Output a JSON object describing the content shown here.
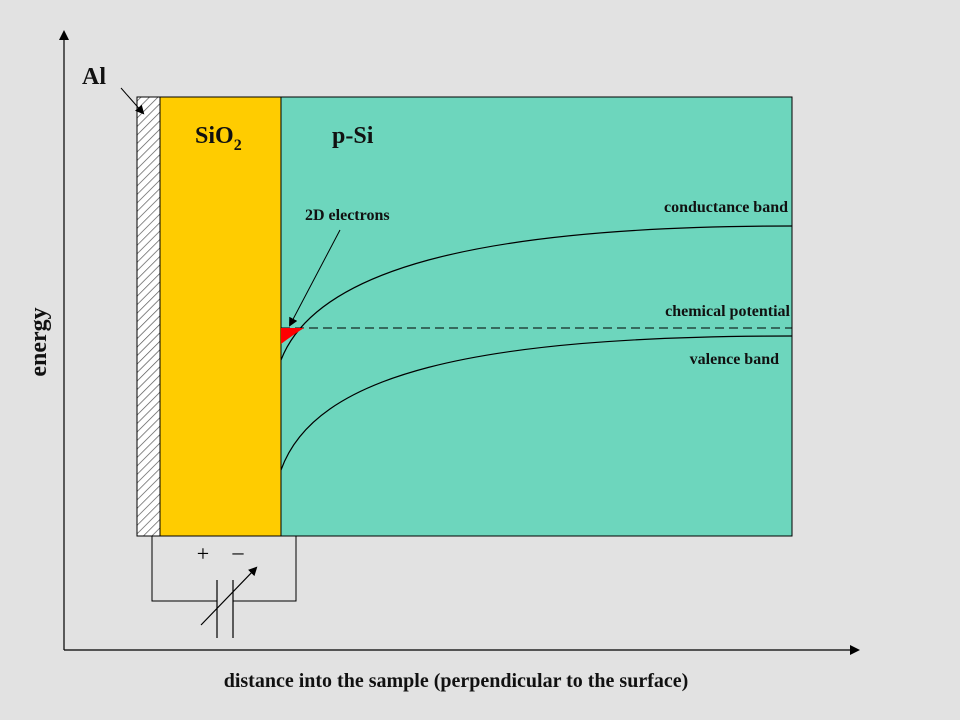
{
  "labels": {
    "al": "Al",
    "sio2_main": "SiO",
    "sio2_sub": "2",
    "psi": "p-Si",
    "electrons_2d": "2D electrons",
    "conductance_band": "conductance band",
    "chemical_potential": "chemical potential",
    "valence_band": "valence band",
    "y_axis": "energy",
    "x_axis": "distance into the sample (perpendicular to the surface)",
    "plus": "+",
    "minus": "–"
  },
  "colors": {
    "background": "#e2e2e2",
    "oxide": "#ffcc00",
    "semiconductor": "#6dd6bd",
    "electrons": "#ff0000",
    "metal_hatch": "#555555",
    "line": "#000000"
  }
}
